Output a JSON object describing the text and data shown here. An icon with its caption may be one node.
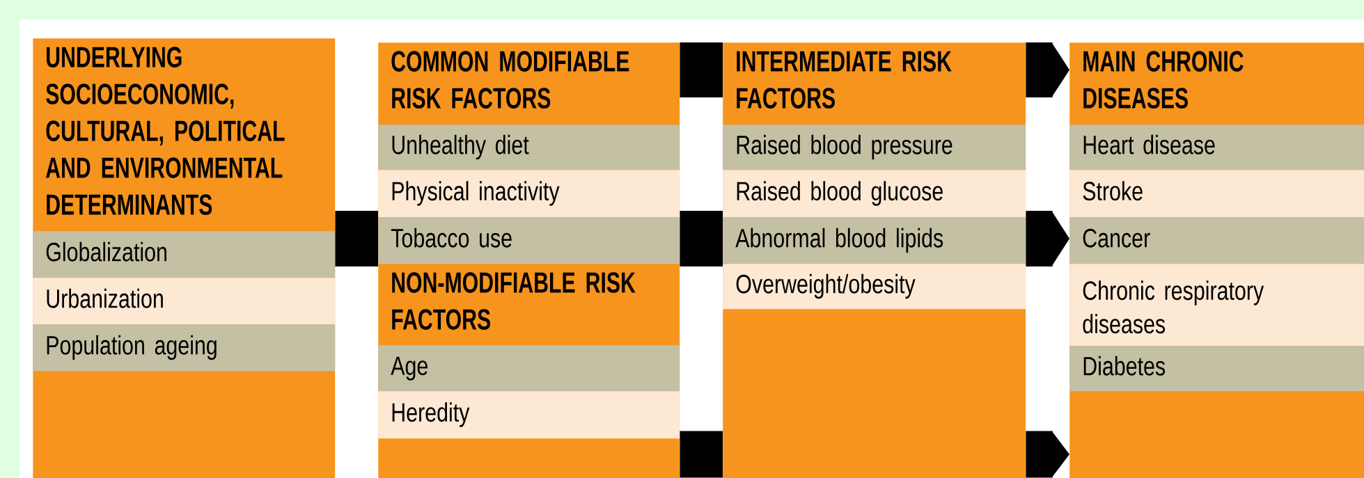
{
  "diagram": {
    "nodes": [
      {
        "text": [
          "UNDERLYING SOCIOECONOMIC, CULTURAL, POLITICAL AND ENVIRONMENTAL DETERMINANTS"
        ]
      },
      {
        "text": [
          "Globalization"
        ],
        "in": 0
      },
      {
        "text": [
          "Urbanization"
        ],
        "in": 0
      },
      {
        "text": [
          "Population ageing"
        ],
        "in": 0
      },
      {
        "text": [
          "COMMON MODIFIABLE RISK FACTORS",
          "NON-MODIFIABLE RISK FACTORS"
        ]
      },
      {
        "text": [
          "Unhealthy diet"
        ],
        "in": 4
      },
      {
        "text": [
          "Physical inactivity"
        ],
        "in": 4
      },
      {
        "text": [
          "Tobacco use"
        ],
        "in": 4
      },
      {
        "text": [
          "Age"
        ],
        "in": 4
      },
      {
        "text": [
          "Heredity"
        ],
        "in": 4
      },
      {
        "text": [
          "INTERMEDIATE RISK FACTORS"
        ]
      },
      {
        "text": [
          "Raised blood pressure"
        ],
        "in": 10
      },
      {
        "text": [
          "Raised blood glucose"
        ],
        "in": 10
      },
      {
        "text": [
          "Abnormal blood lipids"
        ],
        "in": 10
      },
      {
        "text": [
          "Overweight/obesity"
        ],
        "in": 10
      },
      {
        "text": [
          "MAIN CHRONIC DISEASES"
        ]
      },
      {
        "text": [
          "Heart disease"
        ],
        "in": 15
      },
      {
        "text": [
          "Stroke"
        ],
        "in": 15
      },
      {
        "text": [
          "Cancer"
        ],
        "in": 15
      },
      {
        "text": [
          "Chronic respiratory diseases"
        ],
        "in": 15
      },
      {
        "text": [
          "Diabetes"
        ],
        "in": 15
      }
    ],
    "edges": [
      {
        "from": 0,
        "to": 4,
        "arrow": "none"
      },
      {
        "from": 4,
        "to": 10,
        "arrow": "none"
      },
      {
        "from": 4,
        "to": 10,
        "arrow": "none"
      },
      {
        "from": 4,
        "to": 10,
        "arrow": "none"
      },
      {
        "from": 10,
        "to": 15,
        "arrow": "to"
      },
      {
        "from": 10,
        "to": 15,
        "arrow": "to"
      },
      {
        "from": 10,
        "to": 15,
        "arrow": "to"
      }
    ]
  }
}
